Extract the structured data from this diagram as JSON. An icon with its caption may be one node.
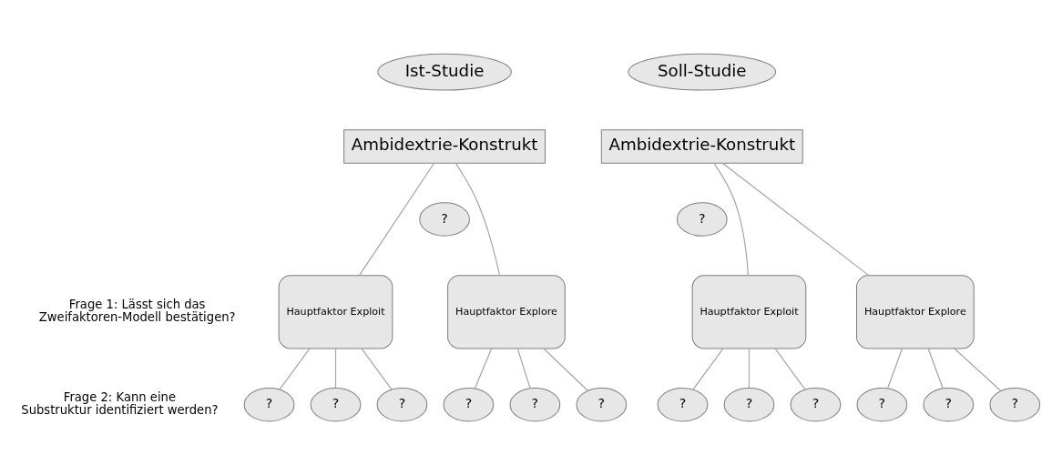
{
  "diagram": {
    "nodes": [
      {
        "text": [
          "Ist-Studie"
        ]
      },
      {
        "text": [
          "Soll-Studie"
        ]
      },
      {
        "text": [
          "Ambidextrie-Konstrukt"
        ]
      },
      {
        "text": [
          "?"
        ]
      },
      {
        "text": [
          "Hauptfaktor Exploit"
        ]
      },
      {
        "text": [
          "Hauptfaktor Explore"
        ]
      },
      {
        "text": [
          "Ambidextrie-Konstrukt"
        ]
      },
      {
        "text": [
          "?"
        ]
      },
      {
        "text": [
          "Hauptfaktor Exploit"
        ]
      },
      {
        "text": [
          "Hauptfaktor Explore"
        ]
      },
      {
        "text": [
          "?"
        ]
      },
      {
        "text": [
          "?"
        ]
      },
      {
        "text": [
          "?"
        ]
      },
      {
        "text": [
          "?"
        ]
      },
      {
        "text": [
          "?"
        ]
      },
      {
        "text": [
          "?"
        ]
      },
      {
        "text": [
          "?"
        ]
      },
      {
        "text": [
          "?"
        ]
      },
      {
        "text": [
          "?"
        ]
      },
      {
        "text": [
          "?"
        ]
      },
      {
        "text": [
          "?"
        ]
      },
      {
        "text": [
          "?"
        ]
      }
    ],
    "edges": [
      {
        "from": 2,
        "to": 4,
        "arrow": "none"
      },
      {
        "from": 2,
        "to": 5,
        "arrow": "none"
      },
      {
        "from": 6,
        "to": 8,
        "arrow": "none"
      },
      {
        "from": 6,
        "to": 9,
        "arrow": "none"
      },
      {
        "from": 4,
        "to": 10,
        "arrow": "none"
      },
      {
        "from": 4,
        "to": 11,
        "arrow": "none"
      },
      {
        "from": 4,
        "to": 12,
        "arrow": "none"
      },
      {
        "from": 5,
        "to": 13,
        "arrow": "none"
      },
      {
        "from": 5,
        "to": 14,
        "arrow": "none"
      },
      {
        "from": 5,
        "to": 15,
        "arrow": "none"
      },
      {
        "from": 8,
        "to": 16,
        "arrow": "none"
      },
      {
        "from": 8,
        "to": 17,
        "arrow": "none"
      },
      {
        "from": 8,
        "to": 18,
        "arrow": "none"
      },
      {
        "from": 9,
        "to": 19,
        "arrow": "none"
      },
      {
        "from": 9,
        "to": 20,
        "arrow": "none"
      },
      {
        "from": 9,
        "to": 21,
        "arrow": "none"
      }
    ],
    "labels": [
      "Frage 1: Lässt sich das Zweifaktoren-Modell bestätigen?",
      "Frage 2: Kann eine Substruktur identifiziert werden?"
    ]
  }
}
